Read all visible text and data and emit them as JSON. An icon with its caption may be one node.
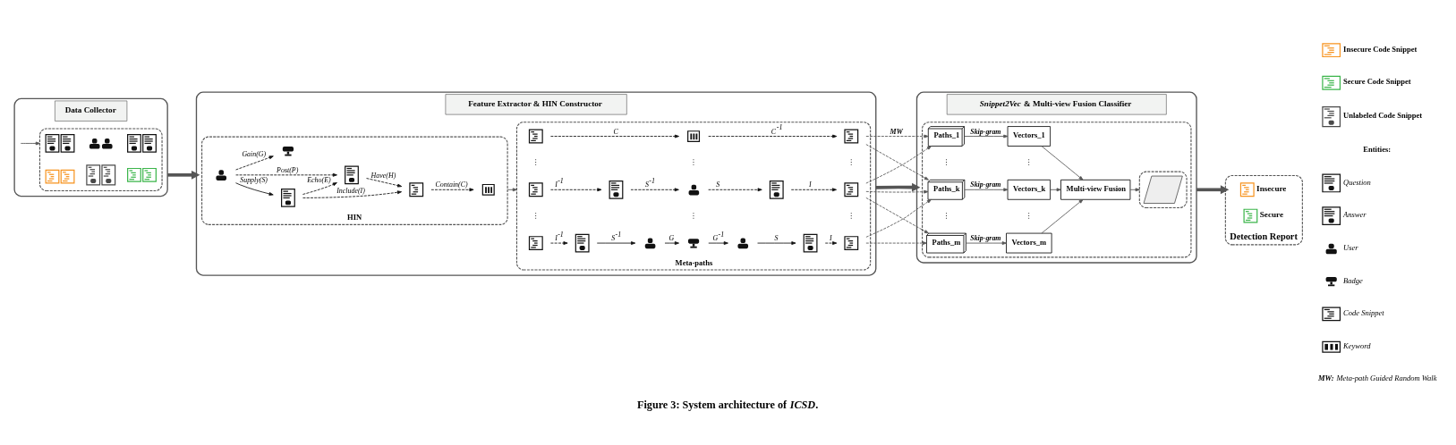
{
  "diagram": {
    "caption": "Figure 3: System architecture of *ICSD*.",
    "nodes": [
      {
        "text": [
          "Data Collector"
        ]
      },
      {
        "text": [],
        "shape": "box",
        "in": 0
      },
      {
        "text": [],
        "shape": "documents",
        "in": 1
      },
      {
        "text": [],
        "shape": "people",
        "in": 1
      },
      {
        "text": [],
        "shape": "documents",
        "in": 1
      },
      {
        "text": [],
        "shape": "documents",
        "in": 1
      },
      {
        "text": [],
        "shape": "documents",
        "in": 1
      },
      {
        "text": [],
        "shape": "documents",
        "in": 1
      },
      {
        "text": [
          "Feature Extractor & HIN Constructor"
        ]
      },
      {
        "text": [
          "HIN"
        ],
        "in": 8
      },
      {
        "text": [],
        "shape": "person",
        "in": 9
      },
      {
        "text": [],
        "shape": "document",
        "in": 9
      },
      {
        "text": [],
        "shape": "document",
        "in": 9
      },
      {
        "text": [],
        "shape": "box",
        "in": 9
      },
      {
        "text": [],
        "shape": "trophy",
        "in": 9
      },
      {
        "text": [],
        "shape": "document",
        "in": 9
      },
      {
        "text": [
          "Meta-paths"
        ],
        "in": 8
      },
      {
        "text": [],
        "shape": "document",
        "in": 16
      },
      {
        "text": [],
        "shape": "box",
        "in": 16
      },
      {
        "text": [],
        "shape": "document",
        "in": 16
      },
      {
        "text": [],
        "shape": "document",
        "in": 16
      },
      {
        "text": [],
        "shape": "document",
        "in": 16
      },
      {
        "text": [],
        "shape": "person",
        "in": 16
      },
      {
        "text": [],
        "shape": "document",
        "in": 16
      },
      {
        "text": [],
        "shape": "document",
        "in": 16
      },
      {
        "text": [],
        "shape": "document",
        "in": 16
      },
      {
        "text": [],
        "shape": "document",
        "in": 16
      },
      {
        "text": [],
        "shape": "person",
        "in": 16
      },
      {
        "text": [],
        "shape": "trophy",
        "in": 16
      },
      {
        "text": [],
        "shape": "person",
        "in": 16
      },
      {
        "text": [],
        "shape": "document",
        "in": 16
      },
      {
        "text": [],
        "shape": "document",
        "in": 16
      },
      {
        "text": [
          "*Snippet2Vec* & Multi-view Fusion Classifier"
        ]
      },
      {
        "text": [],
        "shape": "box",
        "in": 32
      },
      {
        "text": [
          "Paths_1"
        ],
        "in": 33
      },
      {
        "text": [
          "Vectors_1"
        ],
        "in": 33
      },
      {
        "text": [
          "Paths_k"
        ],
        "in": 33
      },
      {
        "text": [
          "Vectors_k"
        ],
        "in": 33
      },
      {
        "text": [
          "Paths_m"
        ],
        "in": 33
      },
      {
        "text": [
          "Vectors_m"
        ],
        "in": 33
      },
      {
        "text": [
          "Multi-view Fusion"
        ],
        "in": 33
      },
      {
        "text": [],
        "shape": "box",
        "in": 33
      },
      {
        "text": [],
        "shape": "picture",
        "in": 41
      },
      {
        "text": [
          "Detection Report"
        ]
      },
      {
        "text": [],
        "shape": "document",
        "in": 43,
        "beside": [
          "Insecure"
        ]
      },
      {
        "text": [],
        "shape": "document",
        "in": 43,
        "beside": [
          "Secure"
        ]
      }
    ],
    "edges": [
      {
        "from": 0,
        "to": 1,
        "arrow": "to",
        "color": "#555555"
      },
      {
        "from": 0,
        "to": 8,
        "arrow": "to",
        "style": "thick",
        "color": "#555555"
      },
      {
        "from": 10,
        "to": 11,
        "arrow": "to",
        "label": "Post(P)",
        "style": "dashed"
      },
      {
        "from": 10,
        "to": 12,
        "arrow": "to",
        "label": "Supply(S)"
      },
      {
        "from": 12,
        "to": 11,
        "arrow": "to",
        "label": "Echo(E)",
        "style": "dashed"
      },
      {
        "from": 11,
        "to": 15,
        "arrow": "to",
        "label": "Have(H)",
        "style": "dashed"
      },
      {
        "from": 12,
        "to": 15,
        "arrow": "to",
        "label": "Include(I)",
        "style": "dashed"
      },
      {
        "from": 15,
        "to": 13,
        "arrow": "to",
        "label": "Contain(C)",
        "style": "dashed"
      },
      {
        "from": 10,
        "to": 14,
        "arrow": "to",
        "label": "Gain(G)",
        "style": "dashed"
      },
      {
        "from": 9,
        "to": 16,
        "arrow": "to",
        "color": "#555555"
      },
      {
        "from": 17,
        "to": 18,
        "arrow": "to",
        "label": "C",
        "style": "dashed"
      },
      {
        "from": 18,
        "to": 19,
        "arrow": "to",
        "label": "C$^{-1}$",
        "style": "dashed"
      },
      {
        "from": 20,
        "to": 21,
        "arrow": "to",
        "label": "I$^{-1}$",
        "style": "dashed"
      },
      {
        "from": 21,
        "to": 22,
        "arrow": "to",
        "label": "S$^{-1}$",
        "style": "dashed"
      },
      {
        "from": 22,
        "to": 23,
        "arrow": "to",
        "label": "S",
        "style": "dashed"
      },
      {
        "from": 23,
        "to": 24,
        "arrow": "to",
        "label": "I",
        "style": "dashed"
      },
      {
        "from": 25,
        "to": 26,
        "arrow": "to",
        "label": "I$^{-1}$",
        "style": "dashed"
      },
      {
        "from": 26,
        "to": 27,
        "arrow": "to",
        "label": "S$^{-1}$"
      },
      {
        "from": 27,
        "to": 28,
        "arrow": "to",
        "label": "G"
      },
      {
        "from": 28,
        "to": 29,
        "arrow": "to",
        "label": "G$^{-1}$"
      },
      {
        "from": 29,
        "to": 30,
        "arrow": "to",
        "label": "S"
      },
      {
        "from": 30,
        "to": 31,
        "arrow": "to",
        "label": "I",
        "style": "dashed"
      },
      {
        "from": 19,
        "to": 34,
        "arrow": "to",
        "label": "MW",
        "style": "dashed",
        "color": "#555555"
      },
      {
        "from": 19,
        "to": 36,
        "arrow": "to",
        "style": "dashed",
        "color": "#555555"
      },
      {
        "from": 24,
        "to": 34,
        "arrow": "to",
        "style": "dashed",
        "color": "#555555"
      },
      {
        "from": 24,
        "to": 36,
        "arrow": "to",
        "style": "dashed",
        "color": "#555555"
      },
      {
        "from": 24,
        "to": 38,
        "arrow": "to",
        "style": "dashed",
        "color": "#555555"
      },
      {
        "from": 31,
        "to": 36,
        "arrow": "to",
        "style": "dashed",
        "color": "#555555"
      },
      {
        "from": 31,
        "to": 38,
        "arrow": "to",
        "style": "dashed",
        "color": "#555555"
      },
      {
        "from": 8,
        "to": 32,
        "arrow": "to",
        "style": "thick",
        "color": "#555555"
      },
      {
        "from": 34,
        "to": 35,
        "arrow": "to",
        "label": "Skip-gram",
        "color": "#555555"
      },
      {
        "from": 36,
        "to": 37,
        "arrow": "to",
        "label": "Skip-gram",
        "color": "#555555"
      },
      {
        "from": 38,
        "to": 39,
        "arrow": "to",
        "label": "Skip-gram",
        "color": "#555555"
      },
      {
        "from": 35,
        "to": 40,
        "arrow": "to",
        "color": "#555555"
      },
      {
        "from": 37,
        "to": 40,
        "arrow": "to",
        "color": "#555555"
      },
      {
        "from": 39,
        "to": 40,
        "arrow": "to",
        "color": "#555555"
      },
      {
        "from": 40,
        "to": 41,
        "arrow": "to",
        "color": "#555555"
      },
      {
        "from": 32,
        "to": 43,
        "arrow": "to",
        "style": "thick",
        "color": "#555555"
      }
    ],
    "labels": [
      "⋮",
      "⋮",
      "⋮",
      "⋮",
      "⋮",
      "⋮",
      "⋮",
      "⋮",
      "⋮",
      "⋮",
      "Entities:",
      "**MW:** Meta-path Guided Random Walk"
    ],
    "legend": [
      {
        "text": "Insecure Code Snippet"
      },
      {
        "text": "Secure Code Snippet"
      },
      {
        "text": "Unlabeled Code Snippet"
      },
      {
        "text": "Question"
      },
      {
        "text": "Answer"
      },
      {
        "text": "User"
      },
      {
        "text": "Badge"
      },
      {
        "text": "Code Snippet"
      },
      {
        "text": "Keyword"
      }
    ]
  }
}
